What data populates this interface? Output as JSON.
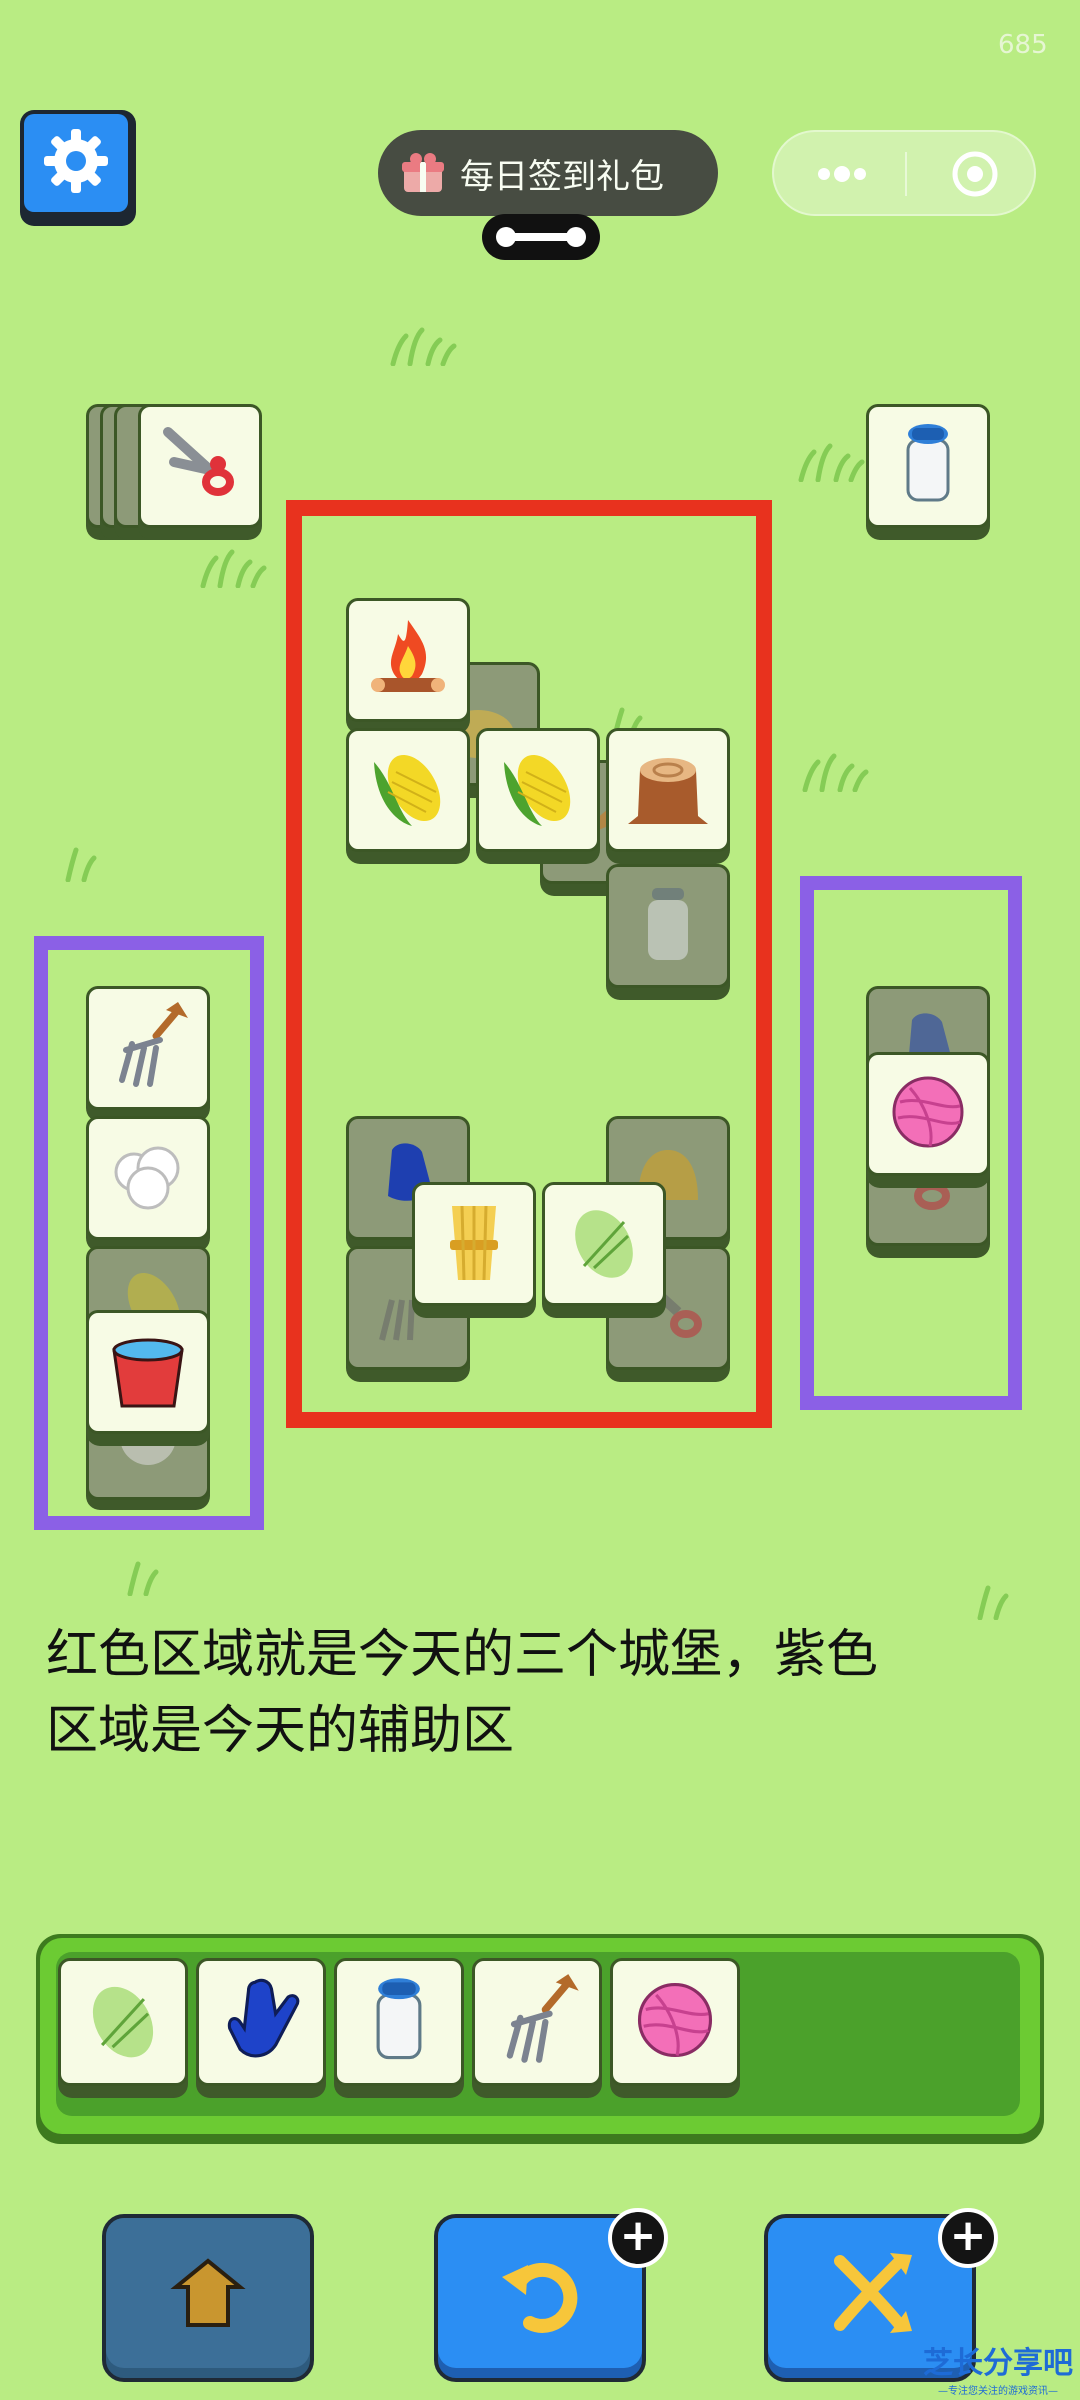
{
  "status": {
    "number": "685"
  },
  "banner": {
    "label": "每日签到礼包"
  },
  "annotation": {
    "line1": "红色区域就是今天的三个城堡，紫色",
    "line2": "区域是今天的辅助区"
  },
  "watermark": {
    "title": "芝长分享吧",
    "subtitle": "—专注您关注的游戏资讯—"
  },
  "colors": {
    "background": "#b9ec83",
    "red_frame": "#e8321e",
    "purple_frame": "#8b60e6",
    "button_blue": "#2b8ef3",
    "button_dark": "#2e5b7e",
    "tray": "#6ccb33"
  },
  "icons": {
    "settings": "gear-icon",
    "capsule_more": "more-dots-icon",
    "capsule_close": "target-close-icon",
    "tray": [
      "cabbage-icon",
      "glove-icon",
      "milk-bottle-icon",
      "pitchfork-icon",
      "yarn-ball-icon"
    ],
    "actions": [
      "move-out-icon",
      "undo-icon",
      "shuffle-icon"
    ]
  }
}
